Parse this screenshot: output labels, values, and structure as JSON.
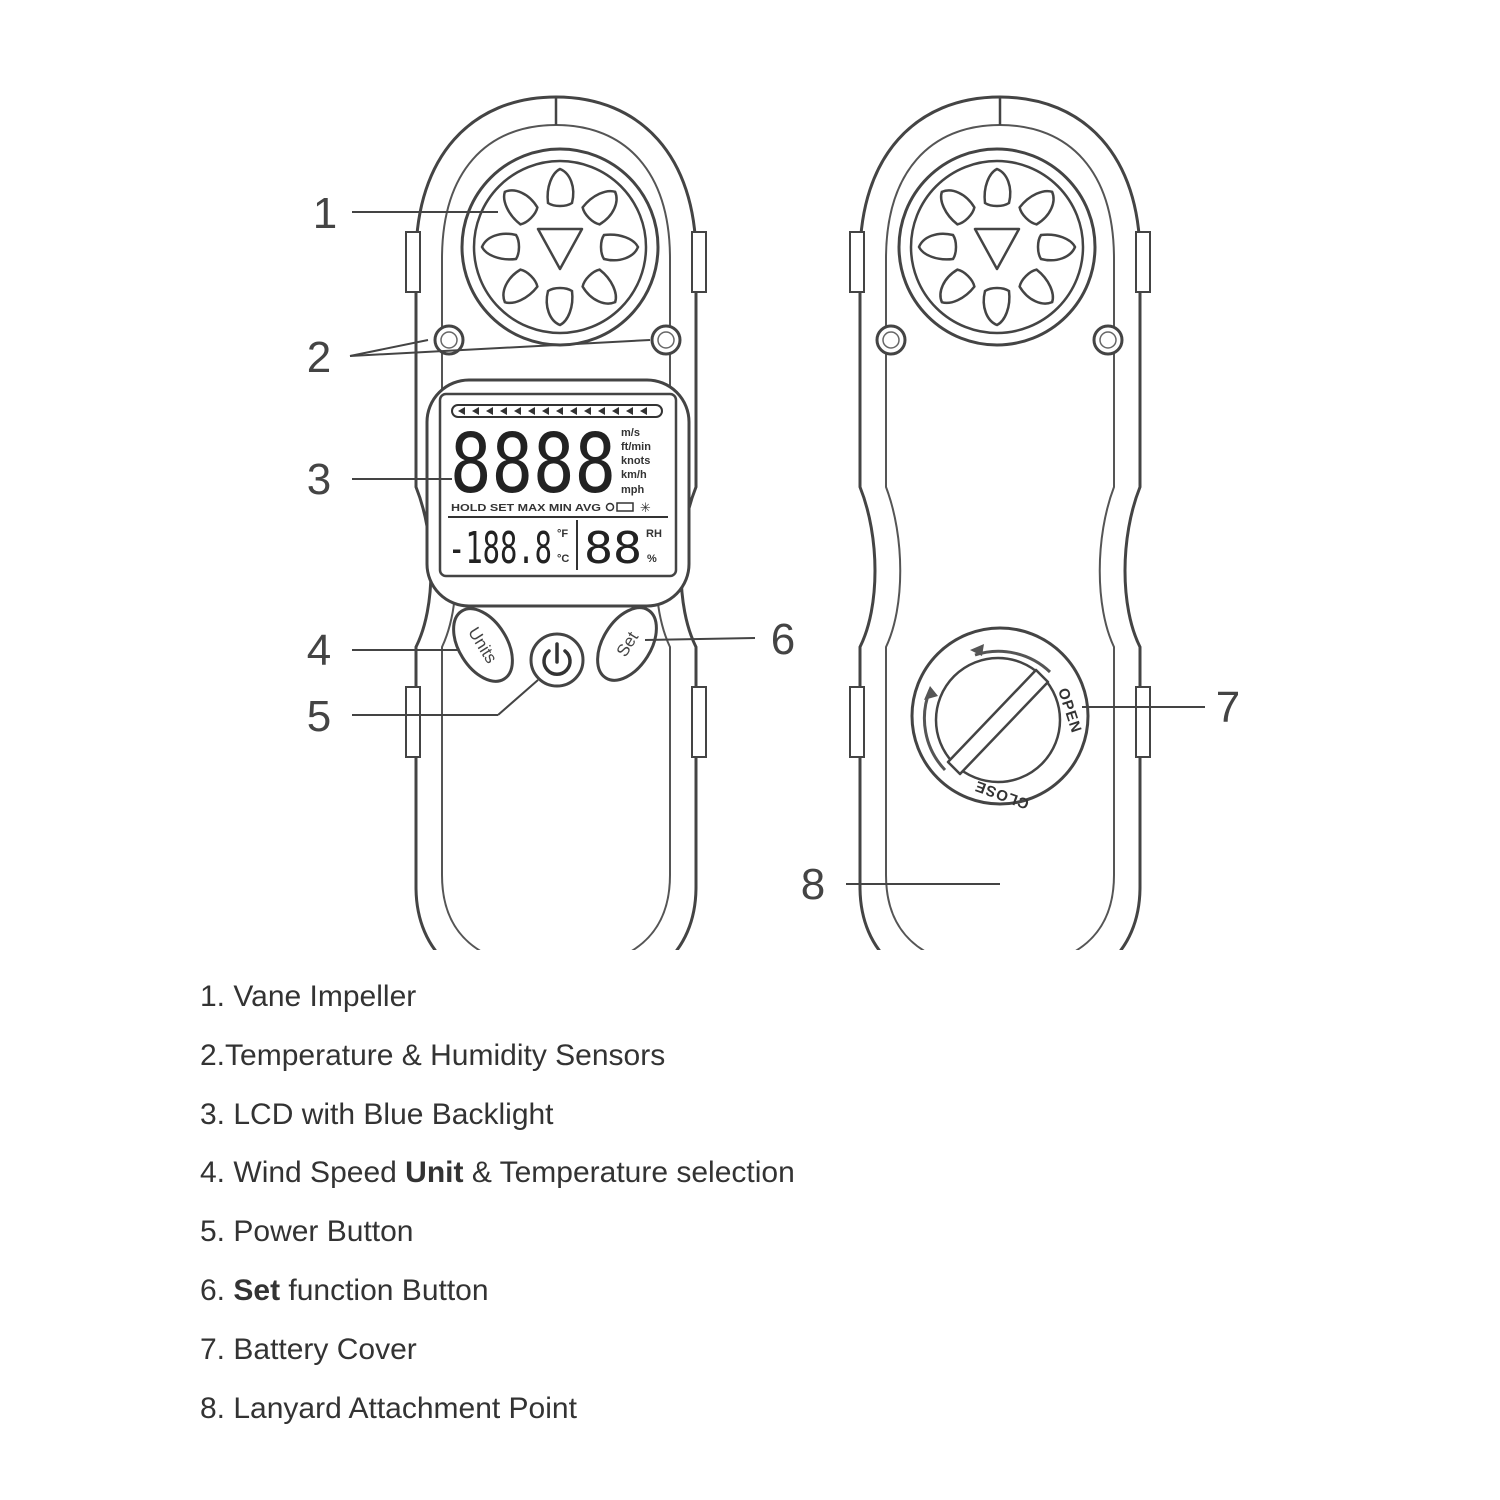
{
  "callouts": [
    "1",
    "2",
    "3",
    "4",
    "5",
    "6",
    "7",
    "8"
  ],
  "lcd": {
    "main_digits": "8888",
    "speed_units": [
      "m/s",
      "ft/min",
      "knots",
      "km/h",
      "mph"
    ],
    "indicators": "HOLD SET MAX MIN AVG",
    "temp_digits": "-188.8",
    "temp_unit_f": "°F",
    "temp_unit_c": "°C",
    "humidity_digits": "88",
    "humidity_unit_rh": "RH",
    "humidity_unit_pct": "%"
  },
  "buttons": {
    "units": "Units",
    "set": "Set"
  },
  "battery_cover": {
    "open": "OPEN",
    "close": "CLOSE"
  },
  "legend": [
    {
      "num": "1.",
      "pre": "Vane Impeller",
      "bold": "",
      "post": ""
    },
    {
      "num": "2.",
      "pre": "Temperature & Humidity Sensors",
      "bold": "",
      "post": ""
    },
    {
      "num": "3.",
      "pre": "LCD with Blue Backlight",
      "bold": "",
      "post": ""
    },
    {
      "num": "4.",
      "pre": "Wind Speed ",
      "bold": "Unit",
      "post": " & Temperature selection"
    },
    {
      "num": "5.",
      "pre": "Power Button",
      "bold": "",
      "post": ""
    },
    {
      "num": "6.",
      "pre": "",
      "bold": "Set",
      "post": " function Button"
    },
    {
      "num": "7.",
      "pre": "Battery Cover",
      "bold": "",
      "post": ""
    },
    {
      "num": "8.",
      "pre": "Lanyard Attachment Point",
      "bold": "",
      "post": ""
    }
  ]
}
